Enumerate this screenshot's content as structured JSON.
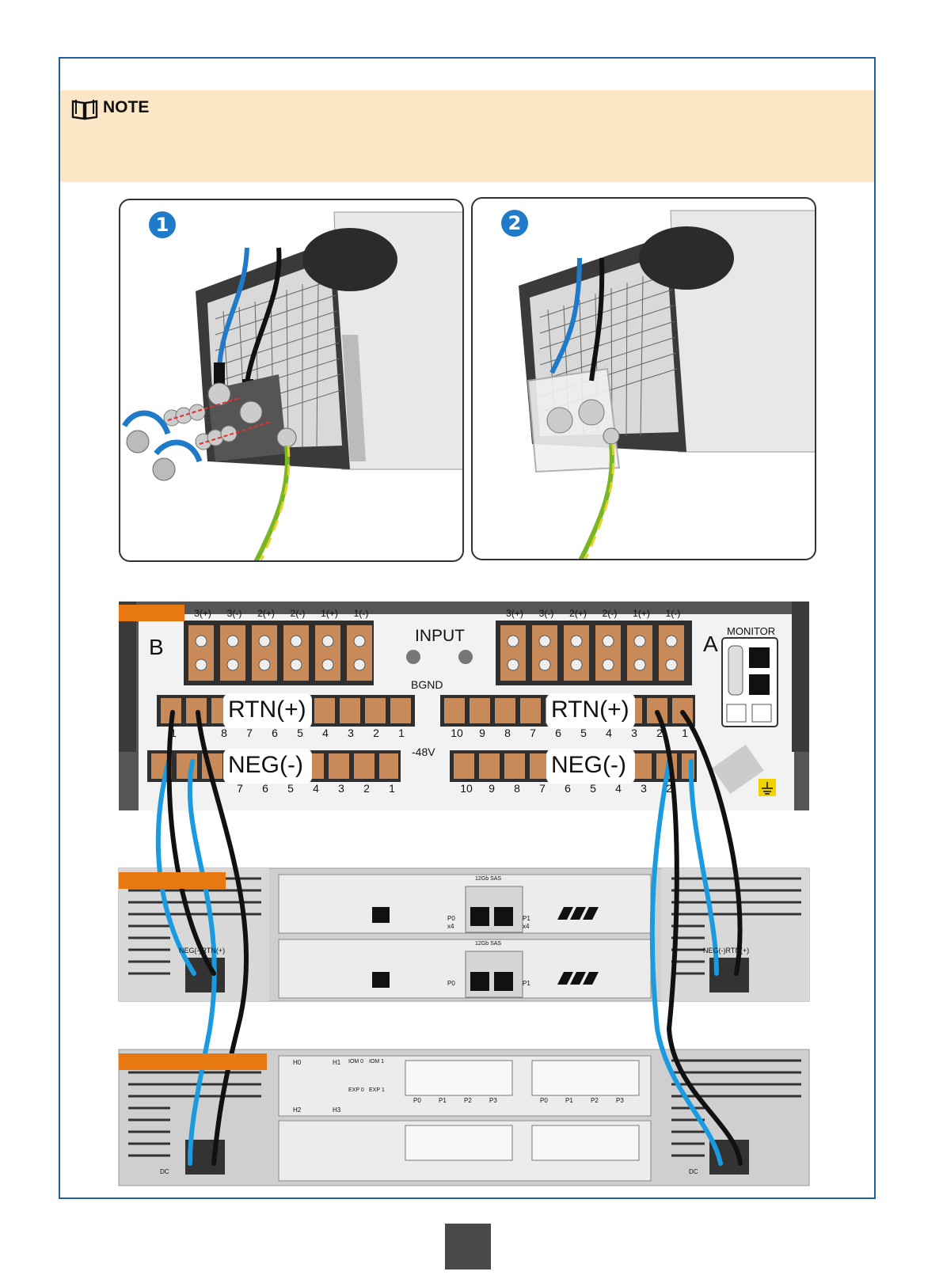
{
  "note": {
    "title": "NOTE"
  },
  "steps": {
    "step1": "1",
    "step2": "2"
  },
  "pdu": {
    "side_b": "B",
    "side_a": "A",
    "input_label": "INPUT",
    "bgnd_label": "BGND",
    "voltage_label": "-48V",
    "monitor_label": "MONITOR",
    "rtn_label": "RTN(+)",
    "neg_label": "NEG(-)",
    "top_terms": [
      "3(+)",
      "3(-)",
      "2(+)",
      "2(-)",
      "1(+)",
      "1(-)"
    ],
    "rtn_left_nums": [
      "1",
      "",
      "8",
      "7",
      "6",
      "5",
      "4",
      "3",
      "2",
      "1"
    ],
    "rtn_right_nums": [
      "10",
      "9",
      "8",
      "7",
      "6",
      "5",
      "4",
      "3",
      "2",
      "1"
    ],
    "neg_left_nums": [
      "",
      "",
      "",
      "7",
      "6",
      "5",
      "4",
      "3",
      "2",
      "1"
    ],
    "neg_right_nums": [
      "10",
      "9",
      "8",
      "7",
      "6",
      "5",
      "4",
      "3",
      "2",
      ""
    ]
  },
  "enclosure": {
    "sas_label": "12Gb SAS",
    "p0": "P0",
    "p1": "P1",
    "x4": "x4",
    "psu_label_left": "NEG(-)RTN(+)",
    "psu_label_right": "NEG(-)RTN(+)"
  },
  "controller": {
    "h0": "H0",
    "h1": "H1",
    "h2": "H2",
    "h3": "H3",
    "iom0": "IOM 0",
    "iom1": "IOM 1",
    "exp0": "EXP 0",
    "exp1": "EXP 1",
    "fc_ports": [
      "P0",
      "P1",
      "P2",
      "P3"
    ],
    "dc_label": "DC"
  },
  "colors": {
    "accent_blue": "#1f7ac8",
    "orange": "#e87812",
    "note_bg": "#fbe7c6",
    "copper": "#c88a58"
  }
}
